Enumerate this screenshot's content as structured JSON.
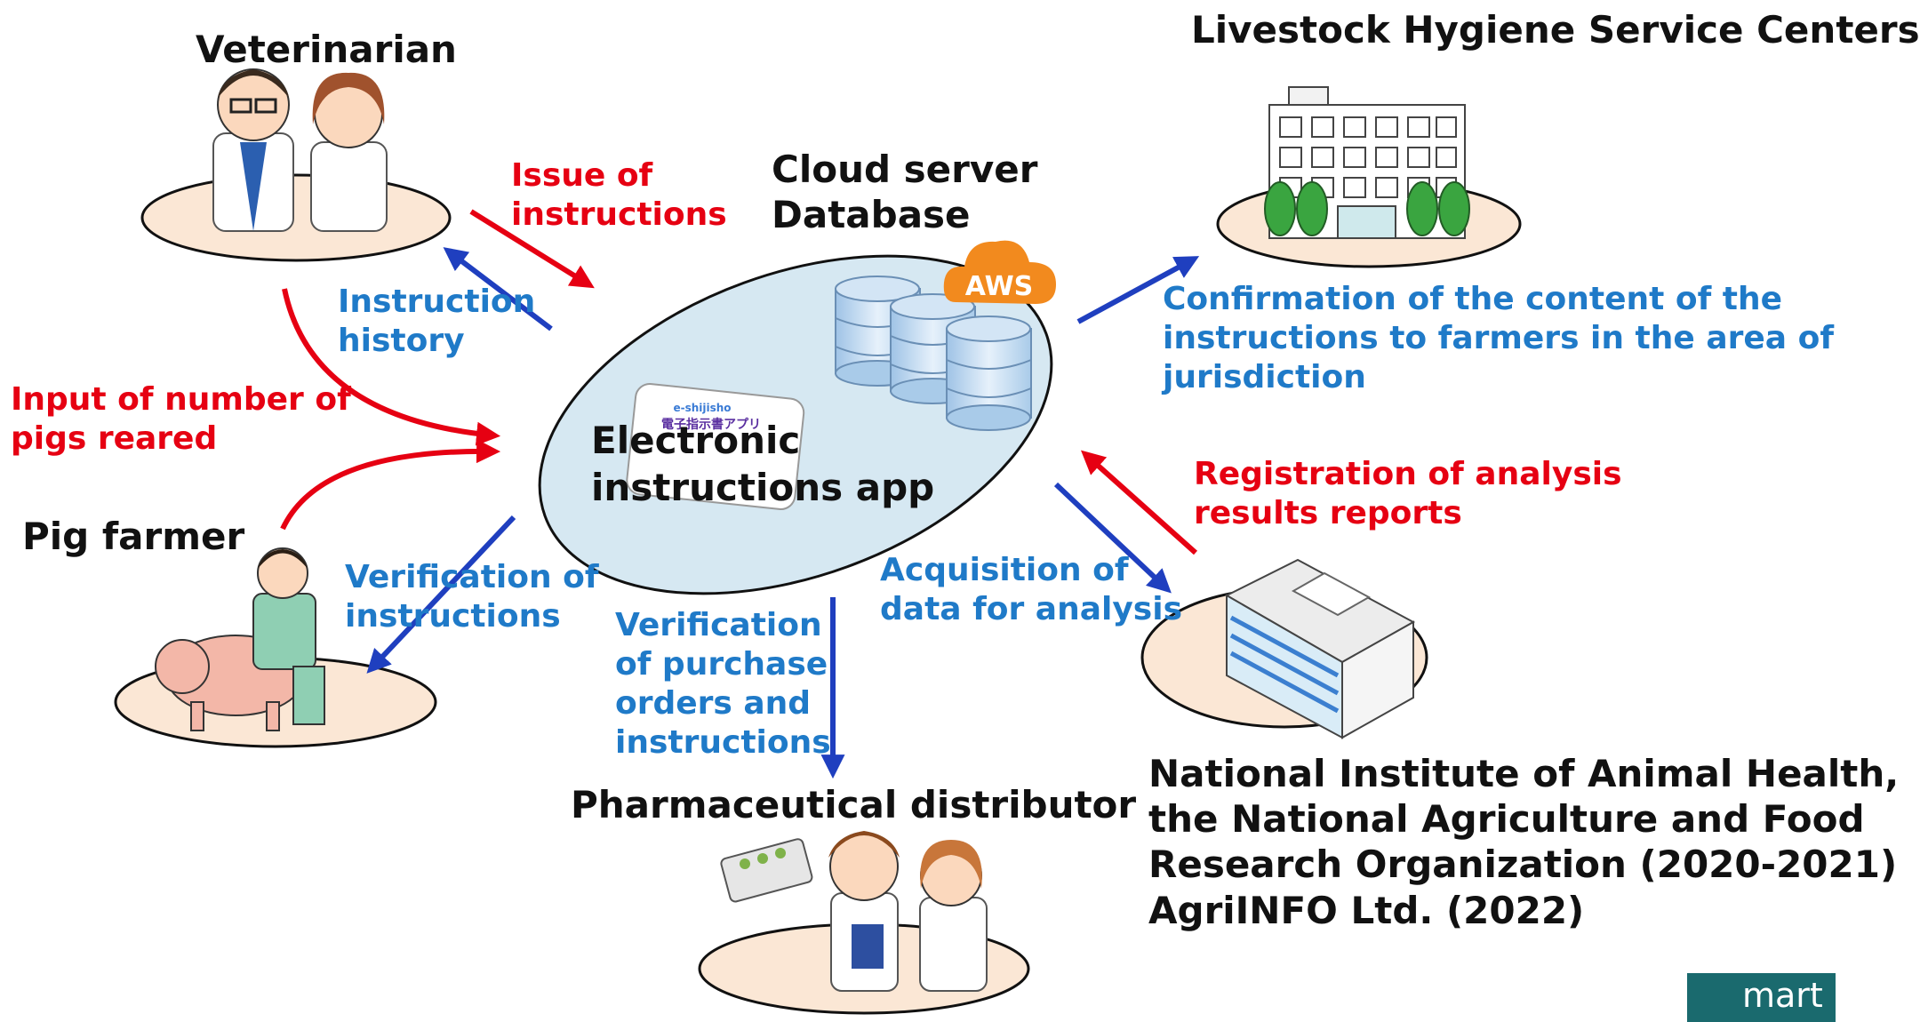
{
  "nodes": {
    "veterinarian": "Veterinarian",
    "pig_farmer": "Pig farmer",
    "pharmaceutical_distributor": "Pharmaceutical distributor",
    "livestock_centers": "Livestock Hygiene Service Centers",
    "cloud_server": [
      "Cloud server",
      "Database"
    ],
    "app": [
      "Electronic",
      "instructions app"
    ],
    "national_institute": [
      "National Institute of Animal Health,",
      "the National Agriculture and Food",
      "Research Organization (2020-2021)",
      "AgriINFO Ltd. (2022)"
    ]
  },
  "flows": {
    "issue_instructions": [
      "Issue of",
      "instructions"
    ],
    "instruction_history": [
      "Instruction",
      "history"
    ],
    "input_pigs": [
      "Input of number of",
      "pigs reared"
    ],
    "verification_instructions": [
      "Verification of",
      "instructions"
    ],
    "verification_purchase": [
      "Verification",
      "of purchase",
      "orders and",
      "instructions"
    ],
    "acquisition": [
      "Acquisition of",
      "data for analysis"
    ],
    "registration": [
      "Registration of analysis",
      "results reports"
    ],
    "confirmation": [
      "Confirmation of the content of the",
      "instructions to farmers in the area of",
      "jurisdiction"
    ]
  },
  "aws_badge": "AWS",
  "app_icon_text": [
    "e-shijisho",
    "電子指示書アプリ"
  ],
  "logo": "mart",
  "colors": {
    "request_arrow": "#e60012",
    "response_arrow": "#1f3fbf",
    "request_label": "#e60012",
    "response_label": "#1f7ac8",
    "app_ellipse": "#d6e8f2",
    "platform": "#fbe7d5",
    "aws_orange": "#f28a1e"
  }
}
